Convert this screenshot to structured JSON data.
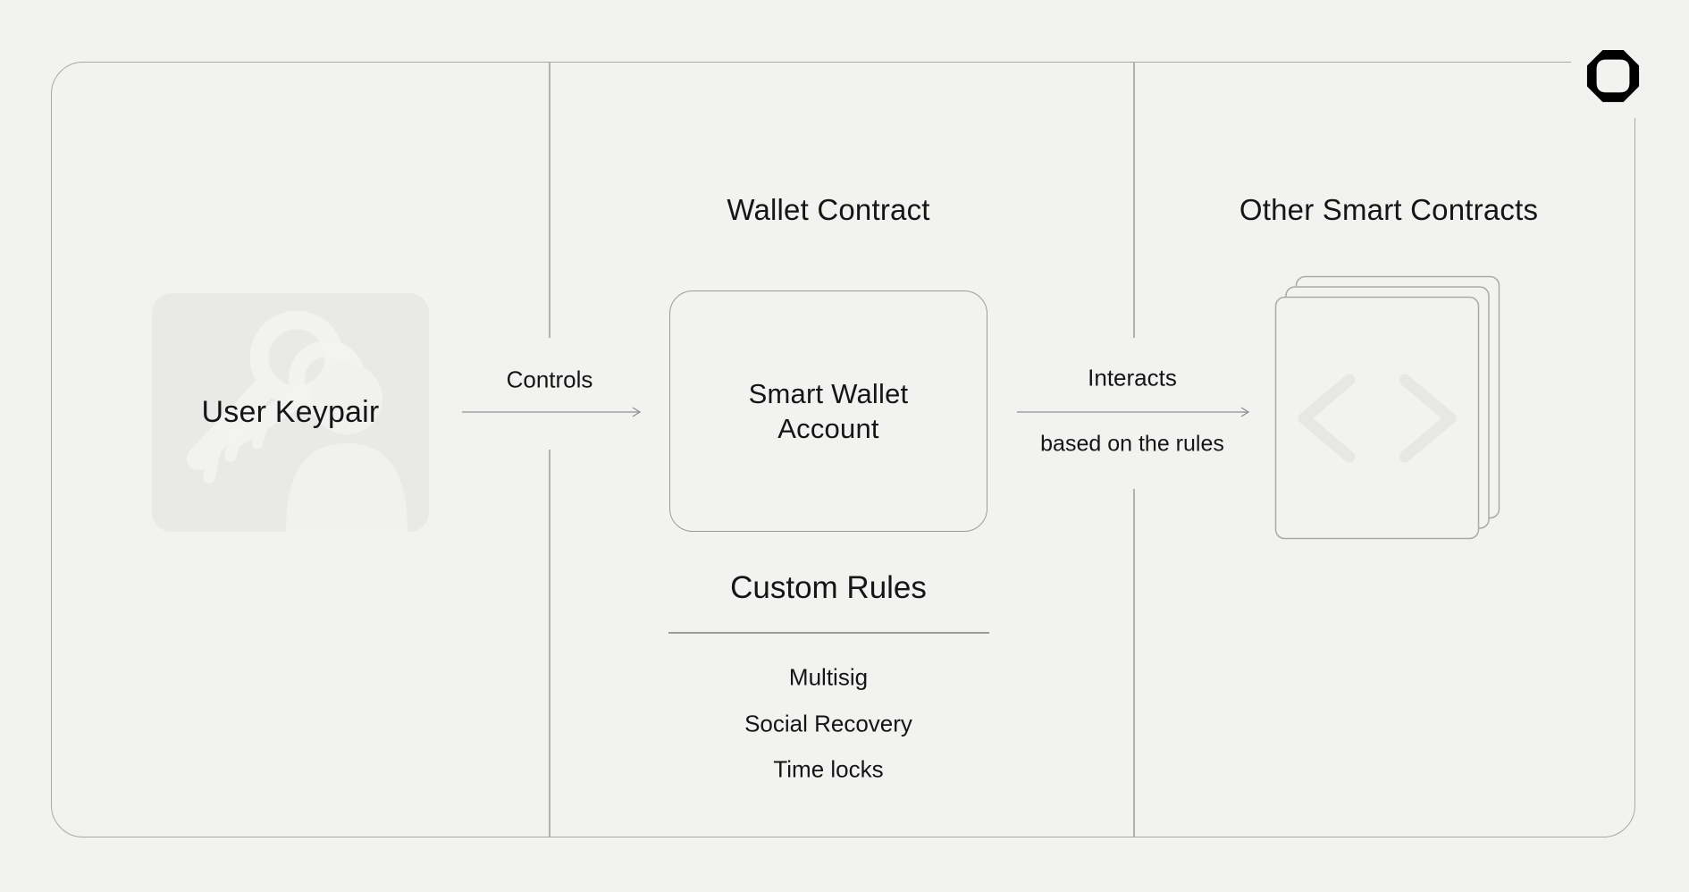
{
  "meta": {
    "background": "#f2f2f1",
    "frame_border_color": "#a8a8a6",
    "text_color": "#151515",
    "box_fill_color": "#e9e9e8",
    "arrow_color": "#8f8f8f",
    "logo_color": "#000000"
  },
  "header": {
    "logo_icon": "octagon-logo-icon"
  },
  "left_section": {
    "box_label": "User Keypair",
    "icon": "user-keys-icon"
  },
  "middle_section": {
    "title": "Wallet Contract",
    "box_label_lines": [
      "Smart Wallet",
      "Account"
    ],
    "custom_rules": {
      "title": "Custom Rules",
      "items": [
        "Multisig",
        "Social Recovery",
        "Time locks"
      ]
    }
  },
  "right_section": {
    "title": "Other Smart Contracts",
    "icon": "smart-contracts-stack-icon"
  },
  "arrows": {
    "controls": {
      "label": "Controls"
    },
    "interacts": {
      "label": "Interacts",
      "sublabel": "based on the rules"
    }
  }
}
